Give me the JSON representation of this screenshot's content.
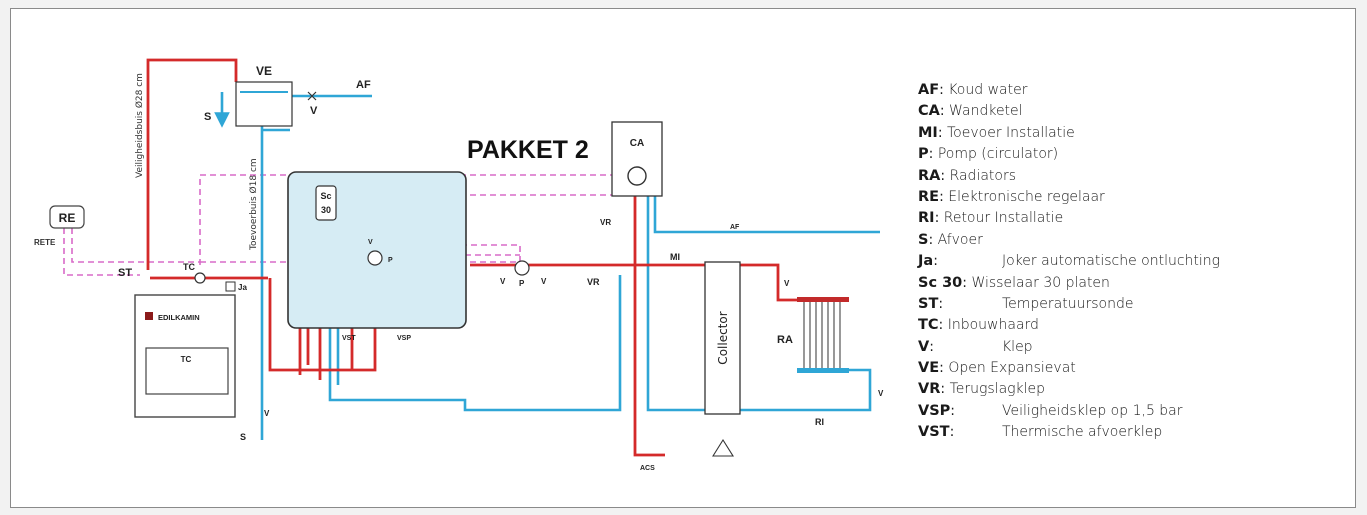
{
  "diagram": {
    "title": "PAKKET 2",
    "labels": {
      "ve": "VE",
      "af_top": "AF",
      "s_top": "S",
      "v_top": "V",
      "safety_pipe": "Veiligheidsbuis Ø28 cm",
      "supply_pipe": "Toevoerbuis Ø18 cm",
      "re": "RE",
      "rete": "RETE",
      "st": "ST",
      "tc_sensor": "TC",
      "ja": "Ja",
      "brand": "EDILKAMIN",
      "tc_box": "TC",
      "sc_top": "Sc",
      "sc_bottom": "30",
      "vst": "VST",
      "vsp": "VSP",
      "p_inner": "P",
      "v_inner": "V",
      "ca": "CA",
      "vr_top": "VR",
      "af_right": "AF",
      "v1": "V",
      "p_main": "P",
      "v2": "V",
      "vr_main": "VR",
      "mi": "MI",
      "collector": "Collector",
      "ra": "RA",
      "v_ra_top": "V",
      "v_ra_bottom": "V",
      "ri": "RI",
      "s_bottom": "S",
      "v_bottom": "V",
      "acs": "ACS"
    }
  },
  "legend": [
    {
      "key": "AF",
      "sep": ": ",
      "desc": "Koud water",
      "tab": false
    },
    {
      "key": "CA",
      "sep": ": ",
      "desc": "Wandketel",
      "tab": false
    },
    {
      "key": "MI",
      "sep": ": ",
      "desc": "Toevoer Installatie",
      "tab": false
    },
    {
      "key": "P",
      "sep": ": ",
      "desc": "Pomp (circulator)",
      "tab": false
    },
    {
      "key": "RA",
      "sep": ": ",
      "desc": "Radiators",
      "tab": false
    },
    {
      "key": "RE",
      "sep": ": ",
      "desc": "Elektronische regelaar",
      "tab": false
    },
    {
      "key": "RI",
      "sep": ": ",
      "desc": "Retour Installatie",
      "tab": false
    },
    {
      "key": "S",
      "sep": ": ",
      "desc": "Afvoer",
      "tab": false
    },
    {
      "key": "Ja",
      "sep": ":",
      "desc": "Joker automatische ontluchting",
      "tab": true
    },
    {
      "key": "Sc 30",
      "sep": ": ",
      "desc": "Wisselaar 30 platen",
      "tab": false
    },
    {
      "key": "ST",
      "sep": ":",
      "desc": "Temperatuursonde",
      "tab": true
    },
    {
      "key": "TC",
      "sep": ": ",
      "desc": "Inbouwhaard",
      "tab": false
    },
    {
      "key": "V",
      "sep": ":",
      "desc": "Klep",
      "tab": true
    },
    {
      "key": "VE",
      "sep": ": ",
      "desc": "Open Expansievat",
      "tab": false
    },
    {
      "key": "VR",
      "sep": ": ",
      "desc": "Terugslagklep",
      "tab": false
    },
    {
      "key": "VSP",
      "sep": ":",
      "desc": "Veiligheidsklep op 1,5 bar",
      "tab": true
    },
    {
      "key": "VST",
      "sep": ":",
      "desc": "Thermische afvoerklep",
      "tab": true
    }
  ],
  "colors": {
    "hot": "#d42a2a",
    "cold": "#2fa6d6",
    "signal": "#d96bc8",
    "exchanger_fill": "#d6ecf4",
    "frame": "#8a8a8a"
  }
}
